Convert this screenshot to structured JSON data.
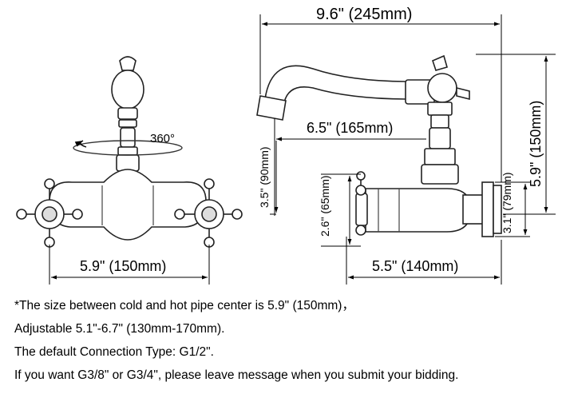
{
  "dimensions": {
    "overall_length": "9.6\" (245mm)",
    "spout_reach": "6.5\" (165mm)",
    "overall_height": "5.9\" (150mm)",
    "spout_height": "3.5\" (90mm)",
    "inlet_height": "2.6\" (65mm)",
    "flange_diameter": "3.1\" (79mm)",
    "wall_depth": "5.5\" (140mm)",
    "handle_spacing": "5.9\" (150mm)",
    "rotation": "360°"
  },
  "notes": [
    "*The size between cold and hot pipe center is 5.9\" (150mm)，",
    "Adjustable 5.1\"-6.7\" (130mm-170mm).",
    "The default Connection Type: G1/2\".",
    "If you want G3/8\" or G3/4\", please leave message when you submit your bidding."
  ]
}
